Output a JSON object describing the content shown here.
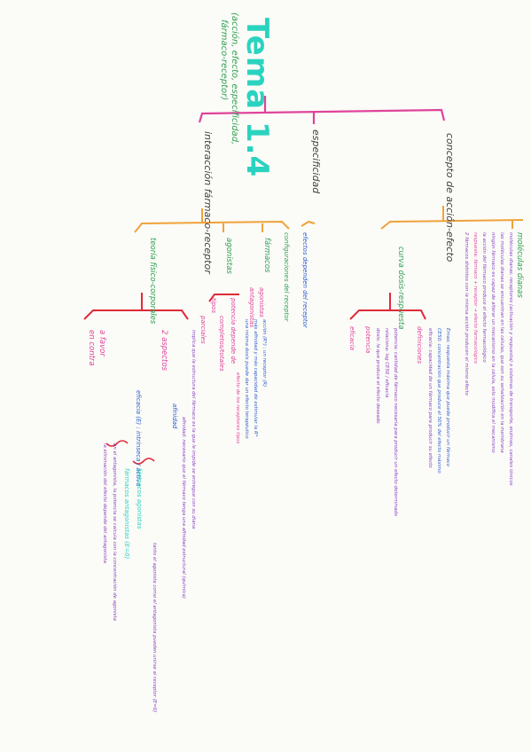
{
  "title": "Tema 1.4",
  "subtitle_1": "(acción, efecto, especificidad,",
  "subtitle_2": "fármaco-receptor)",
  "branches": [
    "interacción fármaco-receptor",
    "especificidad",
    "concepto de acción-efecto"
  ],
  "interaccion": {
    "teoria": "teoría físico-corporales",
    "sub_a": "a favor",
    "sub_a2": "en contra",
    "sub_b": "2 aspectos",
    "sub_b_detail": "eficacia (E) : intrínseca / activa",
    "afinidad": "afinidad",
    "farm_agonistas": "fármacos agonistas",
    "farm_antagonistas": "fármacos antagonistas (E=0)",
    "nota_1": "implica que la estructura del fármaco es la que le impide se entregue con su diana",
    "nota_2": "afinidad: necesario que el fármaco tenga una afinidad estructural (química)",
    "nota_3": "en el antagonista, la potencia se calcula con la concentración de agonista",
    "nota_4": "la eliminación del efecto depende del antagonista",
    "nota_5": "tanto el agonista como el antagonista pueden unirse al receptor (E=0)"
  },
  "especif": {
    "agonistas": "agonistas",
    "fenomenos": "fármacos",
    "tipos": "tipos",
    "parciales": "parciales",
    "completos": "completos/totales",
    "antagonistas": "antagonistas",
    "potencia": "potencia depende de",
    "notas": [
      "acción (R*) : un receptor (R)",
      "más afinidad y más capacidad de estimular la R*",
      "una misma dosis puede dar un efecto terapéutico",
      "efecto de los receptores tipos"
    ],
    "config": "configuraciones del receptor",
    "config_dep": "efectos dependen del receptor"
  },
  "concepto": {
    "curva": "curva dosis-respuesta",
    "moleculas": "moléculas dianas",
    "respuesta": "respuesta",
    "notas_mol": [
      "moléculas dianas: receptores (activación y respuesta) o sistemas de transporte, enzimas, canales iónicos",
      "las moléculas dianas se encuentran en las células, que son su señalización en la membrana",
      "ningún fármaco es capaz de alterar un mecanismo en la célula, solo modifica el mecanismo",
      "la acción del fármaco produce el efecto farmacológico",
      "respuesta: fármaco + receptor → efecto farmacológico",
      "2 fármacos distintos con la misma acción producen el mismo efecto"
    ],
    "eficacia": "eficacia",
    "potencia": "potencia",
    "definiciones": "definiciones",
    "notas_curva": [
      "Emax: respuesta máxima que puede producir un fármaco",
      "CE50: concentración que produce el 50% del efecto máximo",
      "eficacia: capacidad de un fármaco para producir su efecto",
      "potencia: cantidad de fármaco necesaria para producir un efecto determinado",
      "relaciona: log CE50 / eficacia",
      "dosis: la que produce el efecto deseado"
    ]
  },
  "colors": {
    "title": "#2ad3bf",
    "branch1": "#e0439a",
    "branch2": "#f0a23a",
    "branch3": "#e02a3a",
    "green": "#2e9f54",
    "purple": "#8a3fc4",
    "blue": "#2f5fd0",
    "pink": "#e0439a",
    "text": "#3f3f3f"
  }
}
